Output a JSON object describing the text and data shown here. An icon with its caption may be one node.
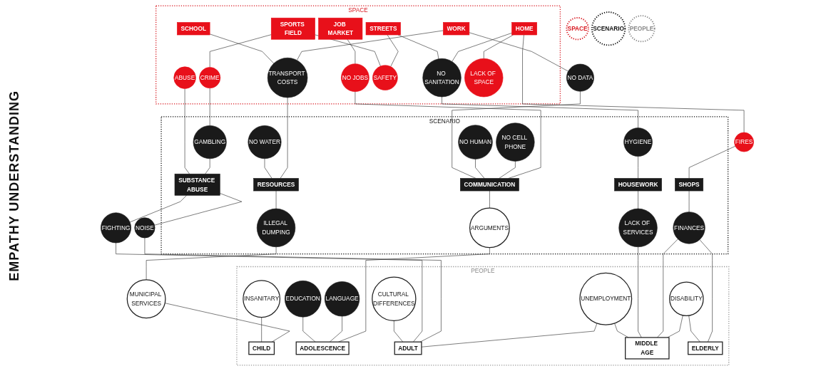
{
  "diagram": {
    "nodes": [
      {
        "text": [
          "SPACE"
        ]
      },
      {
        "text": [
          "SCENARIO"
        ]
      },
      {
        "text": [
          "PEOPLE"
        ]
      },
      {
        "text": [
          "SPACE"
        ]
      },
      {
        "text": [
          "SCHOOL"
        ],
        "in": 3
      },
      {
        "text": [
          "WORK"
        ],
        "in": 3
      },
      {
        "text": [
          "JOB MARKET"
        ],
        "in": 3
      },
      {
        "text": [
          "SPORTS FIELD"
        ],
        "in": 3
      },
      {
        "text": [
          "STREETS"
        ],
        "in": 3
      },
      {
        "text": [
          "HOME"
        ],
        "in": 3
      },
      {
        "text": [
          "TRANSPORT COSTS"
        ],
        "in": 3
      },
      {
        "text": [
          "NO JOBS"
        ],
        "in": 3
      },
      {
        "text": [
          "CRIME"
        ],
        "in": 3
      },
      {
        "text": [
          "ABUSE"
        ],
        "in": 3
      },
      {
        "text": [
          "SAFETY"
        ],
        "in": 3
      },
      {
        "text": [
          "NO SANITATION"
        ],
        "in": 3
      },
      {
        "text": [
          "LACK OF SPACE"
        ],
        "in": 3
      },
      {
        "text": [
          "NO DATA"
        ]
      },
      {
        "text": [
          "FIRES"
        ]
      },
      {
        "text": [
          "SCENARIO"
        ]
      },
      {
        "text": [
          "RESOURCES"
        ],
        "in": 19
      },
      {
        "text": [
          "COMMUNICATION"
        ],
        "in": 19
      },
      {
        "text": [
          "SUBSTANCE ABUSE"
        ],
        "in": 19
      },
      {
        "text": [
          "HOUSEWORK"
        ],
        "in": 19
      },
      {
        "text": [
          "SHOPS"
        ],
        "in": 19
      },
      {
        "text": [
          "NO WATER"
        ],
        "in": 19
      },
      {
        "text": [
          "NO HUMAN"
        ],
        "in": 19
      },
      {
        "text": [
          "NO CELL PHONE"
        ],
        "in": 19
      },
      {
        "text": [
          "GAMBLING"
        ],
        "in": 19
      },
      {
        "text": [
          "HYGIENE"
        ],
        "in": 19
      },
      {
        "text": [
          "ILLEGAL DUMPING"
        ],
        "in": 19
      },
      {
        "text": [
          "ARGUMENTS"
        ],
        "in": 19
      },
      {
        "text": [
          "LACK OF SERVICES"
        ],
        "in": 19
      },
      {
        "text": [
          "FINANCES"
        ],
        "in": 19
      },
      {
        "text": [
          "MUNICIPAL SERVICES"
        ]
      },
      {
        "text": [
          "NOISE"
        ]
      },
      {
        "text": [
          "FIGHTING"
        ]
      },
      {
        "text": [
          "PEOPLE"
        ]
      },
      {
        "text": [
          "CHILD"
        ],
        "in": 37
      },
      {
        "text": [
          "ADOLESCENCE"
        ],
        "in": 37
      },
      {
        "text": [
          "ADULT"
        ],
        "in": 37
      },
      {
        "text": [
          "MIDDLE AGE"
        ],
        "in": 37
      },
      {
        "text": [
          "ELDERLY"
        ],
        "in": 37
      },
      {
        "text": [
          "INSANITARY"
        ],
        "in": 37
      },
      {
        "text": [
          "EDUCATION"
        ],
        "in": 37
      },
      {
        "text": [
          "LANGUAGE"
        ],
        "in": 37
      },
      {
        "text": [
          "CULTURAL DIFFERENCES"
        ],
        "in": 37
      },
      {
        "text": [
          "UNEMPLOYMENT"
        ],
        "in": 37
      },
      {
        "text": [
          "DISABILITY"
        ],
        "in": 37
      }
    ],
    "edges": [
      {
        "from": 4,
        "to": 10,
        "arrow": "none"
      },
      {
        "from": 5,
        "to": 10,
        "arrow": "none"
      },
      {
        "from": 5,
        "to": 17,
        "arrow": "none"
      },
      {
        "from": 6,
        "to": 11,
        "arrow": "none"
      },
      {
        "from": 7,
        "to": 14,
        "arrow": "none"
      },
      {
        "from": 7,
        "to": 12,
        "arrow": "none"
      },
      {
        "from": 8,
        "to": 15,
        "arrow": "none"
      },
      {
        "from": 8,
        "to": 14,
        "arrow": "none"
      },
      {
        "from": 9,
        "to": 16,
        "arrow": "none"
      },
      {
        "from": 9,
        "to": 15,
        "arrow": "none"
      },
      {
        "from": 9,
        "to": 18,
        "arrow": "none"
      },
      {
        "from": 25,
        "to": 20,
        "arrow": "none"
      },
      {
        "from": 10,
        "to": 20,
        "arrow": "none"
      },
      {
        "from": 17,
        "to": 21,
        "arrow": "none"
      },
      {
        "from": 26,
        "to": 21,
        "arrow": "none"
      },
      {
        "from": 27,
        "to": 21,
        "arrow": "none"
      },
      {
        "from": 11,
        "to": 21,
        "arrow": "none"
      },
      {
        "from": 13,
        "to": 22,
        "arrow": "none"
      },
      {
        "from": 28,
        "to": 22,
        "arrow": "none"
      },
      {
        "from": 12,
        "to": 28,
        "arrow": "none"
      },
      {
        "from": 29,
        "to": 23,
        "arrow": "none"
      },
      {
        "from": 15,
        "to": 29,
        "arrow": "none"
      },
      {
        "from": 18,
        "to": 24,
        "arrow": "none"
      },
      {
        "from": 20,
        "to": 30,
        "arrow": "none"
      },
      {
        "from": 21,
        "to": 31,
        "arrow": "none"
      },
      {
        "from": 22,
        "to": 36,
        "arrow": "none"
      },
      {
        "from": 22,
        "to": 35,
        "arrow": "none"
      },
      {
        "from": 23,
        "to": 32,
        "arrow": "none"
      },
      {
        "from": 24,
        "to": 33,
        "arrow": "none"
      },
      {
        "from": 30,
        "to": 34,
        "arrow": "none"
      },
      {
        "from": 43,
        "to": 38,
        "arrow": "none"
      },
      {
        "from": 34,
        "to": 38,
        "arrow": "none"
      },
      {
        "from": 44,
        "to": 39,
        "arrow": "none"
      },
      {
        "from": 45,
        "to": 39,
        "arrow": "none"
      },
      {
        "from": 31,
        "to": 39,
        "arrow": "none"
      },
      {
        "from": 46,
        "to": 40,
        "arrow": "none"
      },
      {
        "from": 36,
        "to": 40,
        "arrow": "none"
      },
      {
        "from": 35,
        "to": 40,
        "arrow": "none"
      },
      {
        "from": 47,
        "to": 41,
        "arrow": "none"
      },
      {
        "from": 32,
        "to": 41,
        "arrow": "none"
      },
      {
        "from": 33,
        "to": 41,
        "arrow": "none"
      },
      {
        "from": 48,
        "to": 42,
        "arrow": "none"
      },
      {
        "from": 33,
        "to": 42,
        "arrow": "none"
      },
      {
        "from": 47,
        "to": 40,
        "arrow": "none"
      },
      {
        "from": 48,
        "to": 41,
        "arrow": "none"
      }
    ],
    "labels": [
      "EMPATHY UNDERSTANDING"
    ]
  }
}
